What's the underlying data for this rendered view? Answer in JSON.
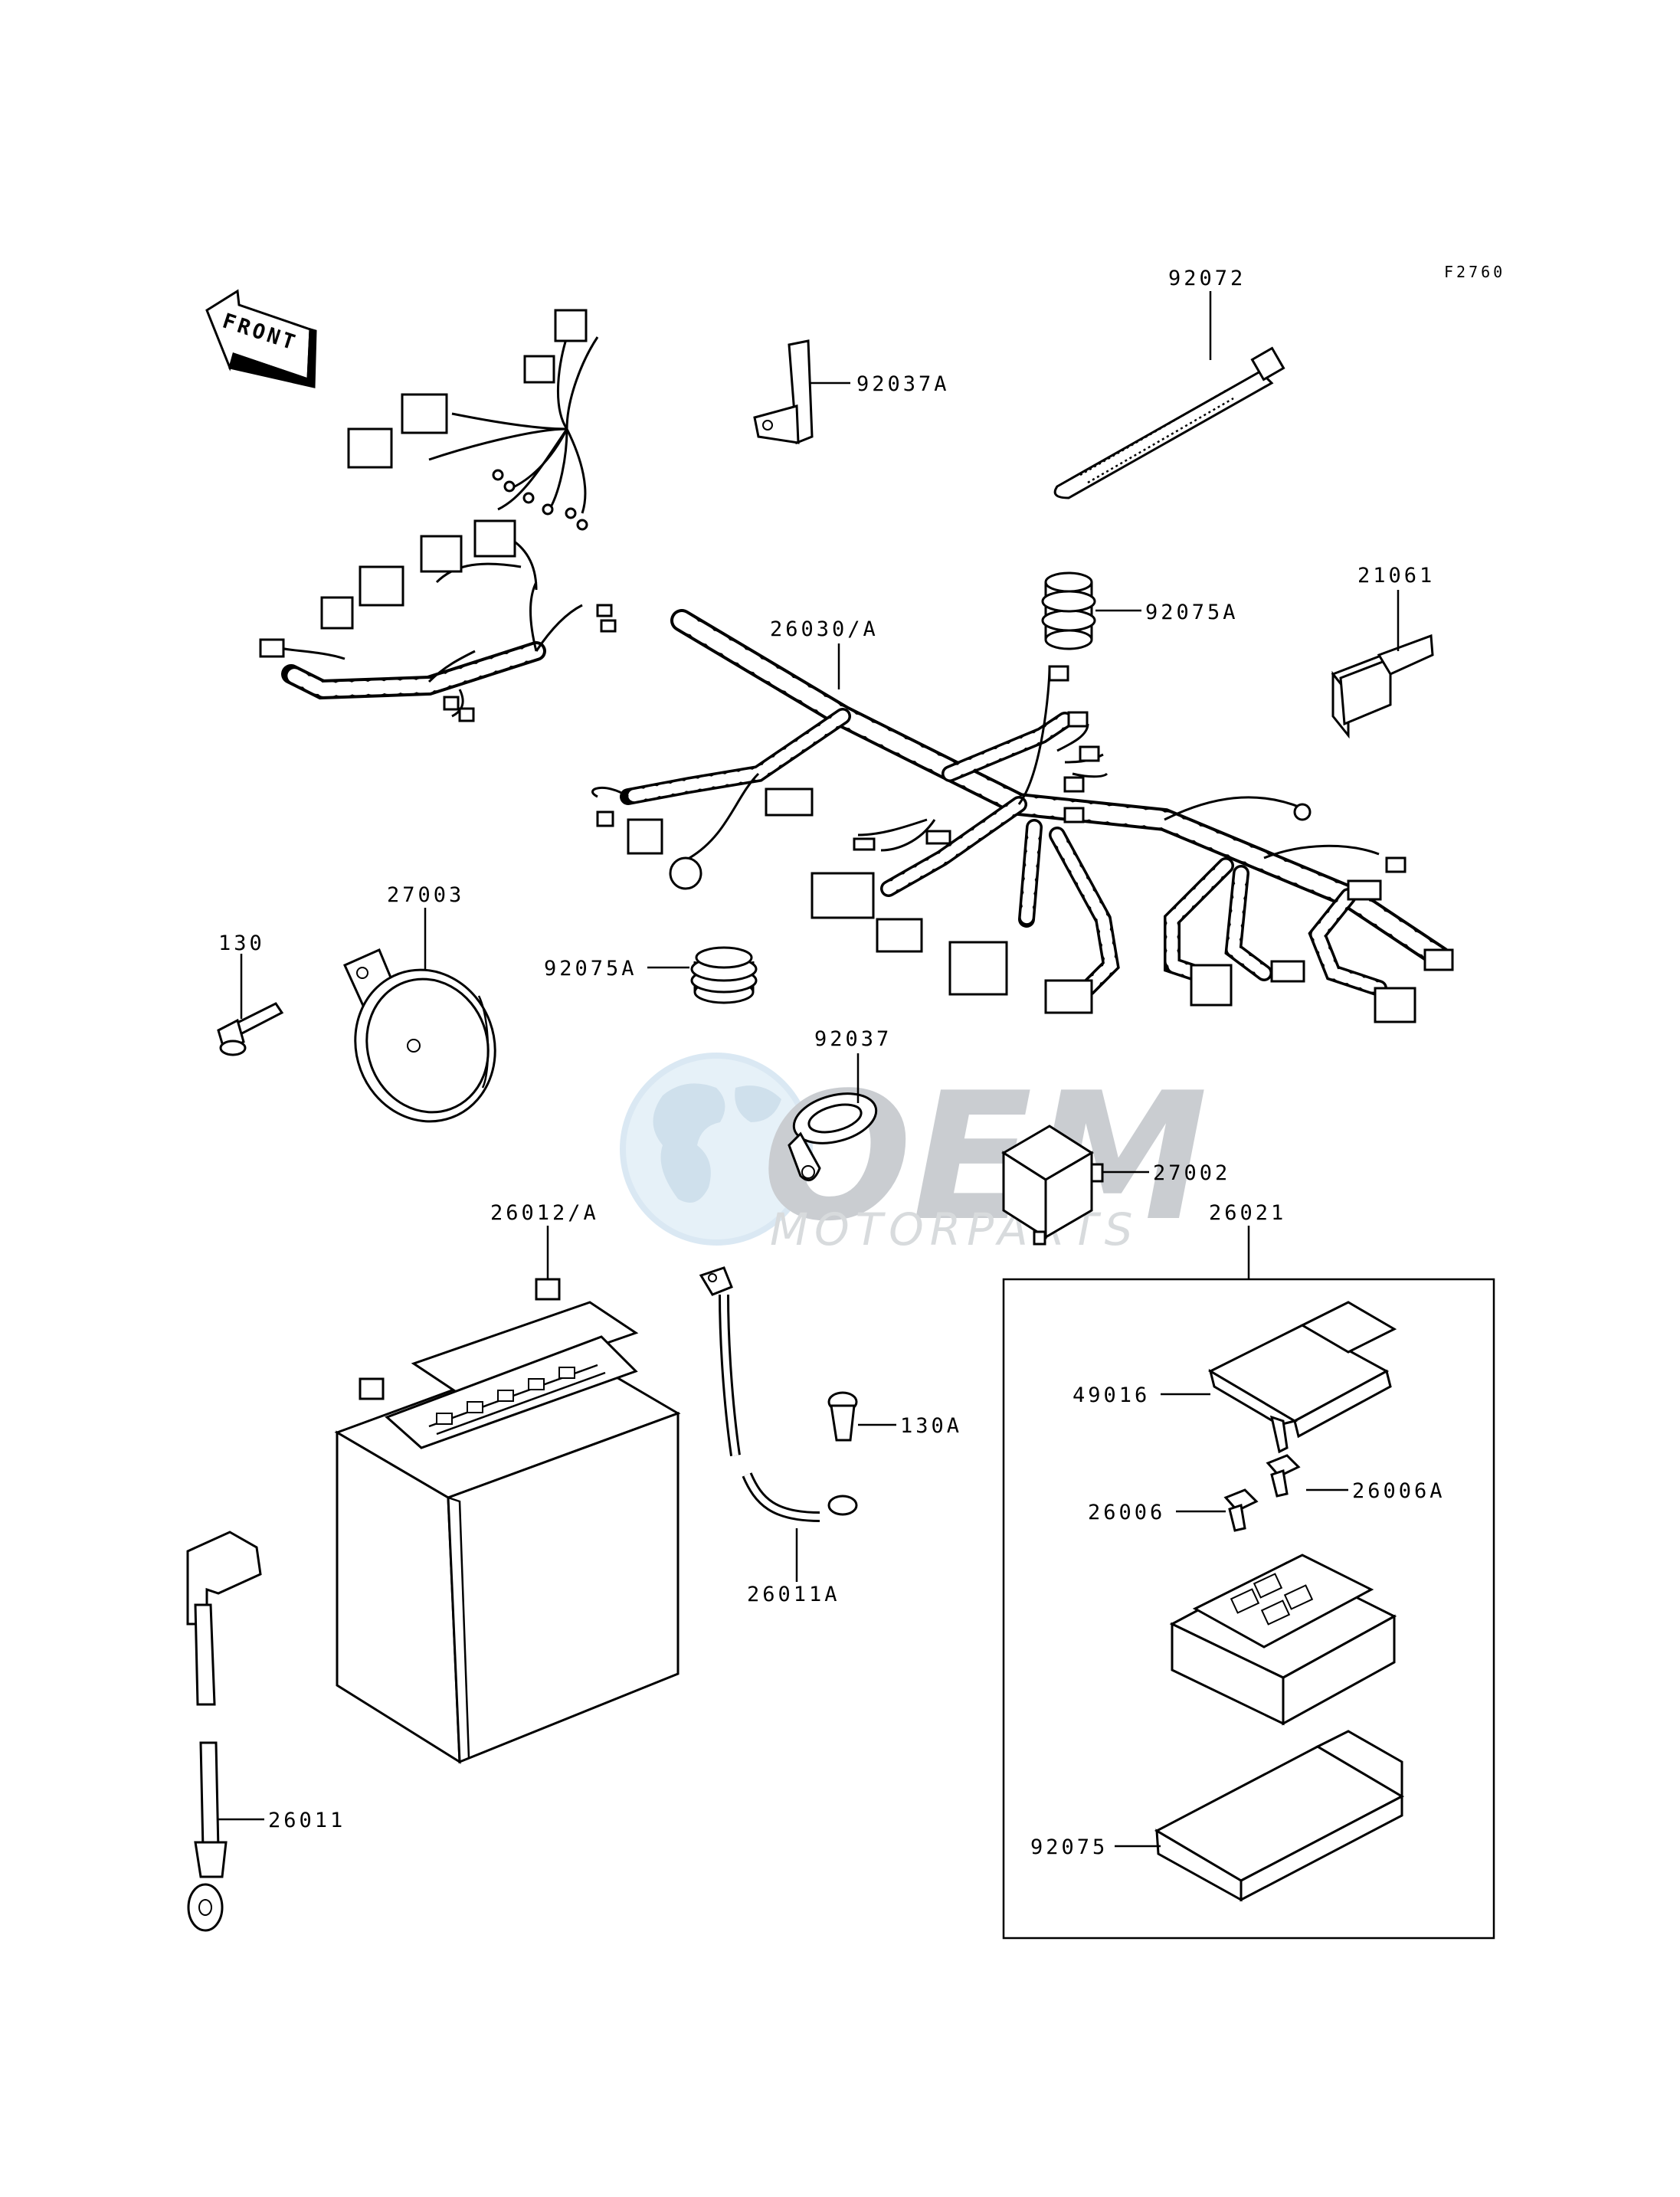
{
  "figure_code": "F2760",
  "front_arrow_label": "FRONT",
  "watermark": {
    "brand": "OEM",
    "sub": "MOTORPARTS"
  },
  "part_labels": {
    "p92072": "92072",
    "p92037A": "92037A",
    "p21061": "21061",
    "p92075A_top": "92075A",
    "p26030A": "26030/A",
    "p27003": "27003",
    "p130": "130",
    "p92075A_mid": "92075A",
    "p92037": "92037",
    "p27002": "27002",
    "p26012A": "26012/A",
    "p26021": "26021",
    "p49016": "49016",
    "p130A": "130A",
    "p26006": "26006",
    "p26006A": "26006A",
    "p26011A": "26011A",
    "p26011": "26011",
    "p92075": "92075"
  }
}
